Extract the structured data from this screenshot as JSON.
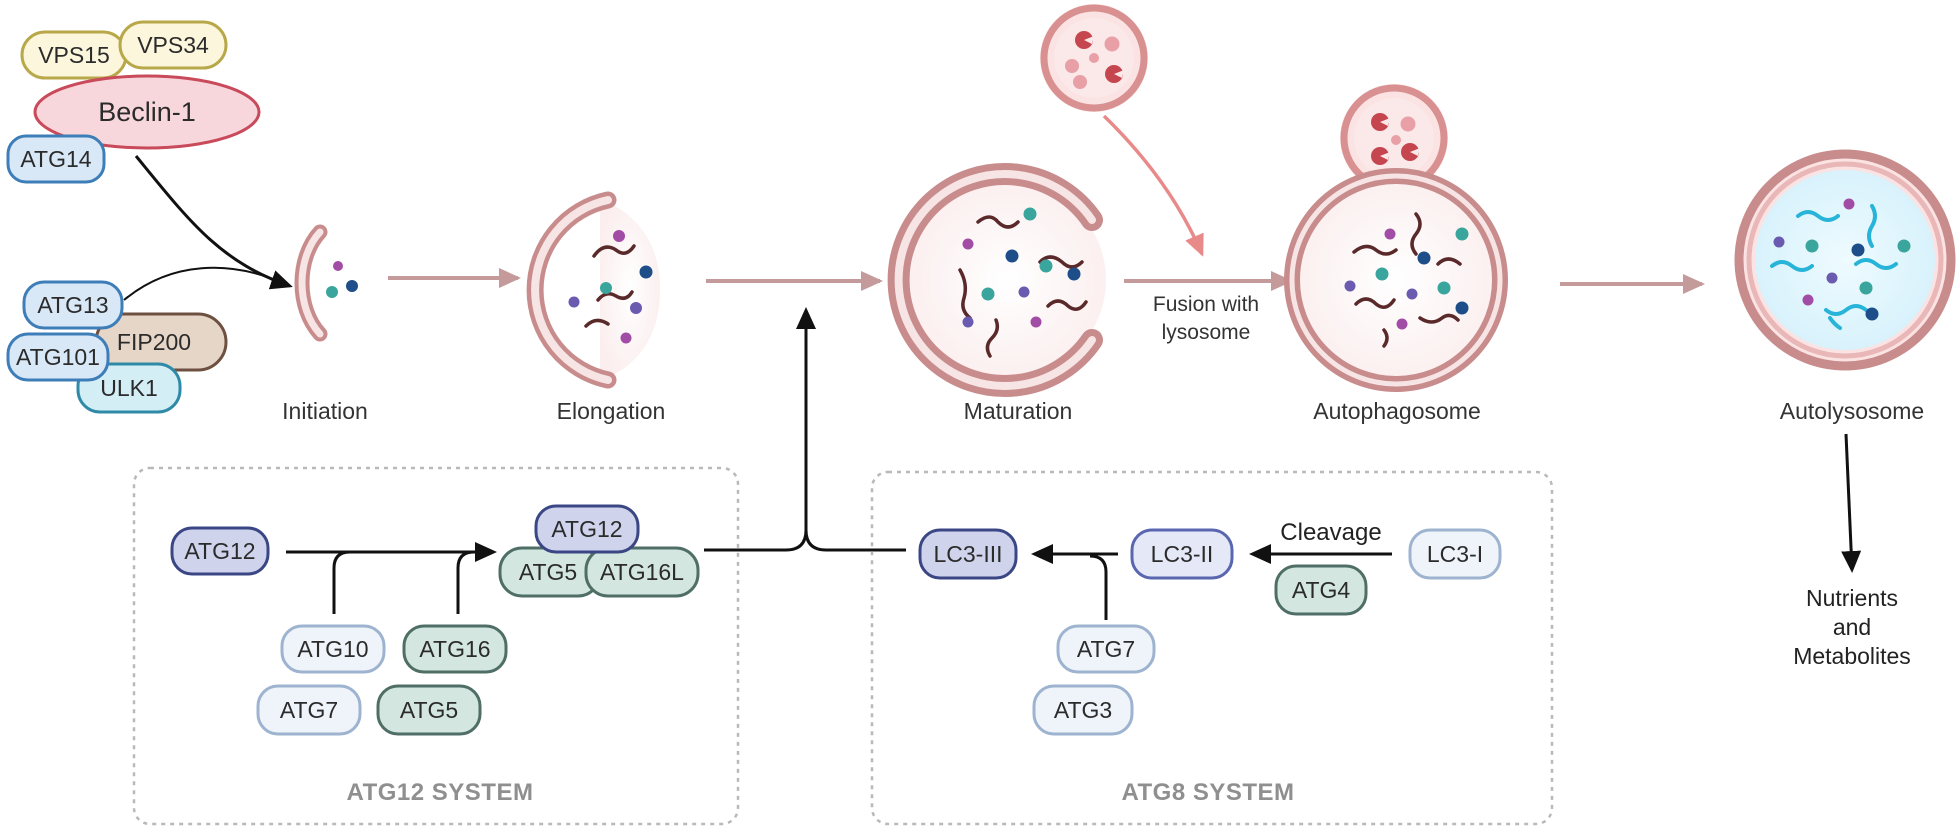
{
  "stages": {
    "initiation": "Initiation",
    "elongation": "Elongation",
    "maturation": "Maturation",
    "autophagosome": "Autophagosome",
    "autolysosome": "Autolysosome"
  },
  "complexes": {
    "vps15": "VPS15",
    "vps34": "VPS34",
    "beclin1": "Beclin-1",
    "atg14": "ATG14",
    "atg13": "ATG13",
    "fip200": "FIP200",
    "atg101": "ATG101",
    "ulk1": "ULK1"
  },
  "fusion": {
    "line1": "Fusion with",
    "line2": "lysosome"
  },
  "outputs": {
    "line1": "Nutrients",
    "line2": "and",
    "line3": "Metabolites"
  },
  "atg12_system": {
    "title": "ATG12 SYSTEM",
    "atg12": "ATG12",
    "atg10": "ATG10",
    "atg7": "ATG7",
    "atg16": "ATG16",
    "atg5": "ATG5",
    "product_atg12": "ATG12",
    "product_atg5": "ATG5",
    "product_atg16l": "ATG16L"
  },
  "atg8_system": {
    "title": "ATG8 SYSTEM",
    "lc3_iii": "LC3-III",
    "lc3_ii": "LC3-II",
    "lc3_i": "LC3-I",
    "cleavage": "Cleavage",
    "atg4": "ATG4",
    "atg7": "ATG7",
    "atg3": "ATG3"
  },
  "colors": {
    "membrane": "#c98c8c",
    "membrane_fill": "#f7e4e4",
    "arrow_flow": "#c49a9a",
    "lysosome_arrow": "#e98a8a",
    "beclin_fill": "#f7d7dc",
    "beclin_stroke": "#c94a5a",
    "vps_fill": "#fbf6dc",
    "vps_stroke": "#b8a84a",
    "blue_fill": "#d9e8f7",
    "blue_stroke": "#3e7eb8",
    "teal_fill": "#d4eef5",
    "teal_stroke": "#2f8aa8",
    "tan_fill": "#e6d6c8",
    "tan_stroke": "#6e5040",
    "navy_fill": "#cfd4ec",
    "navy_stroke": "#3a4784",
    "green_fill": "#d3e6e0",
    "green_stroke": "#4f6e66",
    "pale_fill": "#eff4fa",
    "pale_stroke": "#9db3cf",
    "system_label": "#8f8f8f"
  }
}
